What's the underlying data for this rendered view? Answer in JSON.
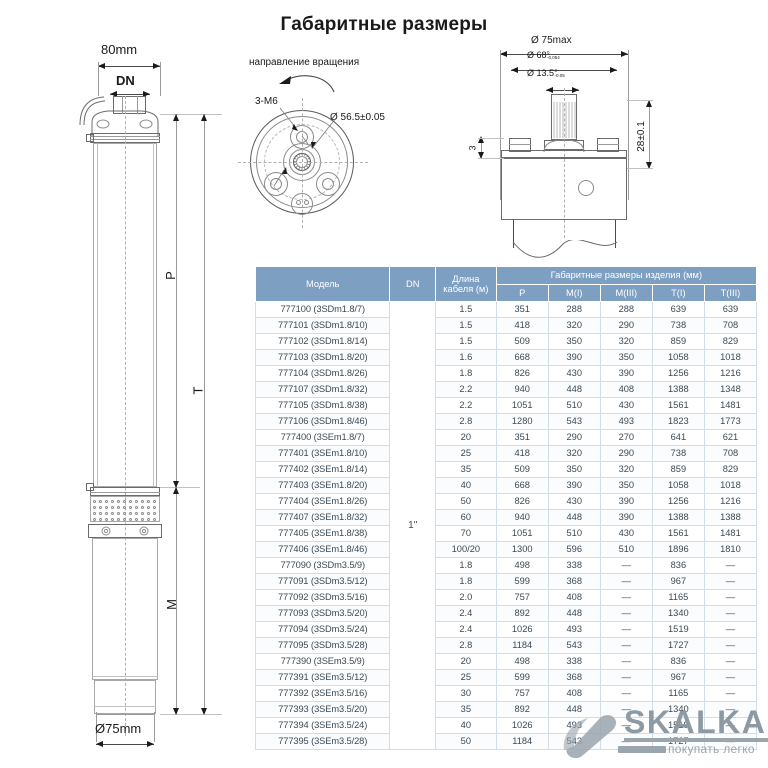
{
  "title": "Габаритные размеры",
  "drawings": {
    "elevation": {
      "name": "submersible-pump-elevation",
      "dim_width_top": "80mm",
      "dim_dn": "DN",
      "dim_diameter_bottom": "Ø75mm",
      "dim_p": "P",
      "dim_t": "T",
      "dim_m": "M"
    },
    "top_view": {
      "name": "motor-top-view",
      "rotation_label": "направление вращения",
      "thread_label": "3-M6",
      "bolt_circle": "Ø 56.5±0.05"
    },
    "detail_view": {
      "name": "motor-shaft-detail",
      "dim_outer": "Ø 75max",
      "dim_flange": "Ø 68",
      "dim_flange_tol_upper": "0",
      "dim_flange_tol_lower": "-0.054",
      "dim_shaft": "Ø 13.5",
      "dim_shaft_tol_upper": "0",
      "dim_shaft_tol_lower": "-0.05",
      "dim_height": "28±0.1",
      "dim_step": "3"
    }
  },
  "table": {
    "headers": {
      "model": "Модель",
      "dn": "DN",
      "cable": "Длина кабеля (м)",
      "group": "Габаритные размеры изделия (мм)",
      "p": "P",
      "m1": "M(I)",
      "m3": "M(III)",
      "t1": "T(I)",
      "t3": "T(III)"
    },
    "dn_value": "1\"",
    "rows": [
      {
        "model": "777100 (3SDm1.8/7)",
        "cable": "1.5",
        "p": "351",
        "m1": "288",
        "m3": "288",
        "t1": "639",
        "t3": "639"
      },
      {
        "model": "777101 (3SDm1.8/10)",
        "cable": "1.5",
        "p": "418",
        "m1": "320",
        "m3": "290",
        "t1": "738",
        "t3": "708"
      },
      {
        "model": "777102 (3SDm1.8/14)",
        "cable": "1.5",
        "p": "509",
        "m1": "350",
        "m3": "320",
        "t1": "859",
        "t3": "829"
      },
      {
        "model": "777103 (3SDm1.8/20)",
        "cable": "1.6",
        "p": "668",
        "m1": "390",
        "m3": "350",
        "t1": "1058",
        "t3": "1018"
      },
      {
        "model": "777104 (3SDm1.8/26)",
        "cable": "1.8",
        "p": "826",
        "m1": "430",
        "m3": "390",
        "t1": "1256",
        "t3": "1216"
      },
      {
        "model": "777107 (3SDm1.8/32)",
        "cable": "2.2",
        "p": "940",
        "m1": "448",
        "m3": "408",
        "t1": "1388",
        "t3": "1348"
      },
      {
        "model": "777105 (3SDm1.8/38)",
        "cable": "2.2",
        "p": "1051",
        "m1": "510",
        "m3": "430",
        "t1": "1561",
        "t3": "1481"
      },
      {
        "model": "777106 (3SDm1.8/46)",
        "cable": "2.8",
        "p": "1280",
        "m1": "543",
        "m3": "493",
        "t1": "1823",
        "t3": "1773"
      },
      {
        "model": "777400 (3SEm1.8/7)",
        "cable": "20",
        "p": "351",
        "m1": "290",
        "m3": "270",
        "t1": "641",
        "t3": "621"
      },
      {
        "model": "777401 (3SEm1.8/10)",
        "cable": "25",
        "p": "418",
        "m1": "320",
        "m3": "290",
        "t1": "738",
        "t3": "708"
      },
      {
        "model": "777402 (3SEm1.8/14)",
        "cable": "35",
        "p": "509",
        "m1": "350",
        "m3": "320",
        "t1": "859",
        "t3": "829"
      },
      {
        "model": "777403 (3SEm1.8/20)",
        "cable": "40",
        "p": "668",
        "m1": "390",
        "m3": "350",
        "t1": "1058",
        "t3": "1018"
      },
      {
        "model": "777404 (3SEm1.8/26)",
        "cable": "50",
        "p": "826",
        "m1": "430",
        "m3": "390",
        "t1": "1256",
        "t3": "1216"
      },
      {
        "model": "777407 (3SEm1.8/32)",
        "cable": "60",
        "p": "940",
        "m1": "448",
        "m3": "390",
        "t1": "1388",
        "t3": "1388"
      },
      {
        "model": "777405 (3SEm1.8/38)",
        "cable": "70",
        "p": "1051",
        "m1": "510",
        "m3": "430",
        "t1": "1561",
        "t3": "1481"
      },
      {
        "model": "777406 (3SEm1.8/46)",
        "cable": "100/20",
        "p": "1300",
        "m1": "596",
        "m3": "510",
        "t1": "1896",
        "t3": "1810"
      },
      {
        "model": "777090 (3SDm3.5/9)",
        "cable": "1.8",
        "p": "498",
        "m1": "338",
        "m3": "—",
        "t1": "836",
        "t3": "—"
      },
      {
        "model": "777091 (3SDm3.5/12)",
        "cable": "1.8",
        "p": "599",
        "m1": "368",
        "m3": "—",
        "t1": "967",
        "t3": "—"
      },
      {
        "model": "777092 (3SDm3.5/16)",
        "cable": "2.0",
        "p": "757",
        "m1": "408",
        "m3": "—",
        "t1": "1165",
        "t3": "—"
      },
      {
        "model": "777093 (3SDm3.5/20)",
        "cable": "2.4",
        "p": "892",
        "m1": "448",
        "m3": "—",
        "t1": "1340",
        "t3": "—"
      },
      {
        "model": "777094 (3SDm3.5/24)",
        "cable": "2.4",
        "p": "1026",
        "m1": "493",
        "m3": "—",
        "t1": "1519",
        "t3": "—"
      },
      {
        "model": "777095 (3SDm3.5/28)",
        "cable": "2.8",
        "p": "1184",
        "m1": "543",
        "m3": "—",
        "t1": "1727",
        "t3": "—"
      },
      {
        "model": "777390 (3SEm3.5/9)",
        "cable": "20",
        "p": "498",
        "m1": "338",
        "m3": "—",
        "t1": "836",
        "t3": "—"
      },
      {
        "model": "777391 (3SEm3.5/12)",
        "cable": "25",
        "p": "599",
        "m1": "368",
        "m3": "—",
        "t1": "967",
        "t3": "—"
      },
      {
        "model": "777392 (3SEm3.5/16)",
        "cable": "30",
        "p": "757",
        "m1": "408",
        "m3": "—",
        "t1": "1165",
        "t3": "—"
      },
      {
        "model": "777393 (3SEm3.5/20)",
        "cable": "35",
        "p": "892",
        "m1": "448",
        "m3": "—",
        "t1": "1340",
        "t3": "—"
      },
      {
        "model": "777394 (3SEm3.5/24)",
        "cable": "40",
        "p": "1026",
        "m1": "493",
        "m3": "—",
        "t1": "1519",
        "t3": "—"
      },
      {
        "model": "777395 (3SEm3.5/28)",
        "cable": "50",
        "p": "1184",
        "m1": "543",
        "m3": "—",
        "t1": "1727",
        "t3": "—"
      }
    ]
  },
  "watermark": {
    "brand": "SKALKA",
    "tagline": "покупать легко"
  }
}
